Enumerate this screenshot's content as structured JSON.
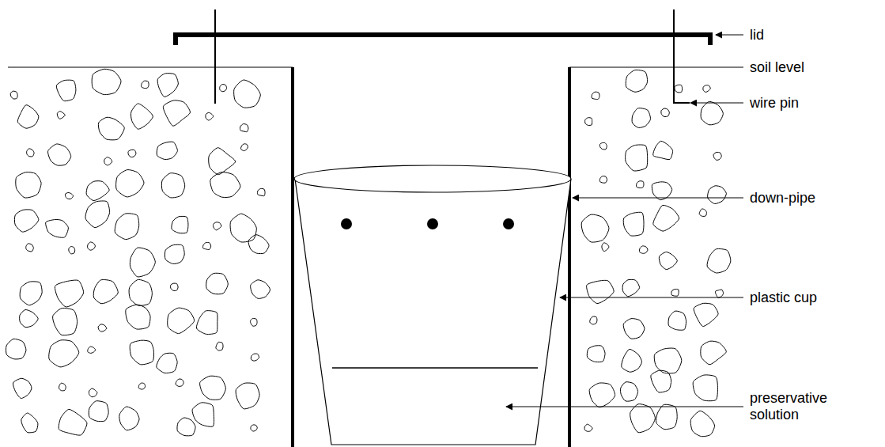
{
  "diagram": {
    "labels": [
      "lid",
      "soil level",
      "wire pin",
      "down-pipe",
      "plastic cup",
      "preservative solution"
    ]
  }
}
